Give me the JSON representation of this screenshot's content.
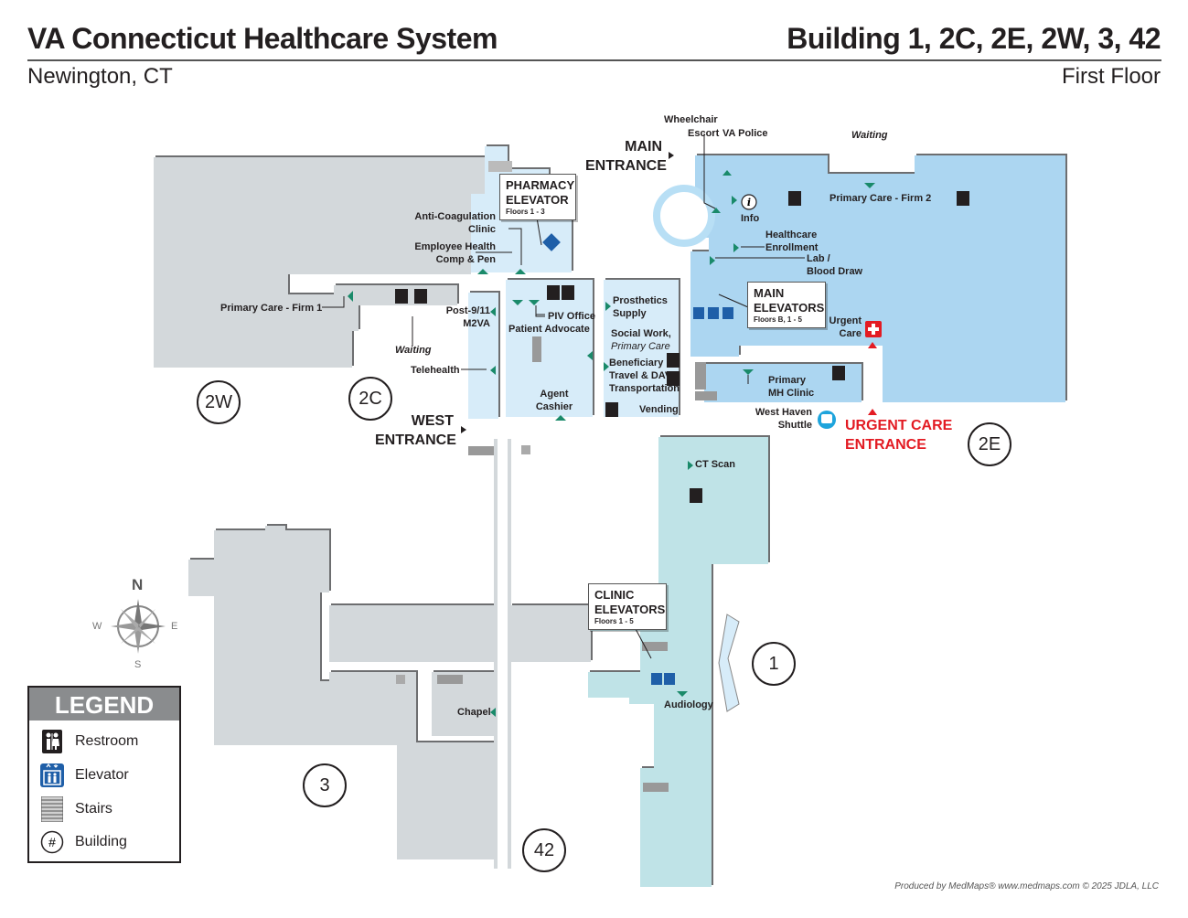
{
  "header": {
    "title": "VA Connecticut Healthcare System",
    "subtitle": "Newington, CT",
    "buildings": "Building 1, 2C, 2E, 2W, 3, 42",
    "floor": "First Floor"
  },
  "colors": {
    "grey_building": "#d3d8db",
    "light_blue": "#d7ecf9",
    "mid_blue": "#acd6f1",
    "teal": "#bfe3e7",
    "accent_green": "#1a8a6a",
    "urgent_red": "#e31b23",
    "elevator_blue": "#1f5fa8",
    "shuttle_blue": "#1ea4dc"
  },
  "labels": {
    "wheelchair": "Wheelchair",
    "escort": "Escort",
    "va_police": "VA Police",
    "waiting_top": "Waiting",
    "main_entrance_1": "MAIN",
    "main_entrance_2": "ENTRANCE",
    "info": "Info",
    "primary_care_firm2": "Primary Care - Firm 2",
    "healthcare_enrollment_1": "Healthcare",
    "healthcare_enrollment_2": "Enrollment",
    "lab_1": "Lab /",
    "lab_2": "Blood Draw",
    "urgent_care_1": "Urgent",
    "urgent_care_2": "Care",
    "primary_mh_1": "Primary",
    "primary_mh_2": "MH Clinic",
    "west_haven_1": "West Haven",
    "west_haven_2": "Shuttle",
    "urgent_entrance_1": "URGENT CARE",
    "urgent_entrance_2": "ENTRANCE",
    "anticoag_1": "Anti-Coagulation",
    "anticoag_2": "Clinic",
    "employee_health_1": "Employee Health",
    "employee_health_2": "Comp & Pen",
    "primary_care_firm1": "Primary Care - Firm 1",
    "waiting_mid": "Waiting",
    "post911_1": "Post-9/11",
    "post911_2": "M2VA",
    "piv_office": "PIV Office",
    "patient_advocate": "Patient Advocate",
    "prosthetics_1": "Prosthetics",
    "prosthetics_2": "Supply",
    "social_work_1": "Social Work,",
    "social_work_2": "Primary Care",
    "beneficiary_1": "Beneficiary",
    "beneficiary_2": "Travel & DAV",
    "beneficiary_3": "Transportation",
    "telehealth": "Telehealth",
    "agent_1": "Agent",
    "agent_2": "Cashier",
    "vending": "Vending",
    "west_entrance_1": "WEST",
    "west_entrance_2": "ENTRANCE",
    "ct_scan": "CT Scan",
    "audiology": "Audiology",
    "chapel": "Chapel"
  },
  "callouts": {
    "pharmacy": {
      "title_1": "PHARMACY",
      "title_2": "ELEVATOR",
      "floors": "Floors 1 - 3"
    },
    "main": {
      "title_1": "MAIN",
      "title_2": "ELEVATORS",
      "floors": "Floors B, 1 - 5"
    },
    "clinic": {
      "title_1": "CLINIC",
      "title_2": "ELEVATORS",
      "floors": "Floors 1 - 5"
    }
  },
  "buildings": {
    "b2w": "2W",
    "b2c": "2C",
    "b2e": "2E",
    "b1": "1",
    "b3": "3",
    "b42": "42"
  },
  "compass": {
    "n": "N",
    "s": "S",
    "e": "E",
    "w": "W"
  },
  "legend": {
    "title": "LEGEND",
    "items": [
      {
        "label": "Restroom",
        "icon": "restroom-icon"
      },
      {
        "label": "Elevator",
        "icon": "elevator-icon"
      },
      {
        "label": "Stairs",
        "icon": "stairs-icon"
      },
      {
        "label": "Building",
        "icon": "building-number-icon",
        "symbol": "#"
      }
    ]
  },
  "footer": "Produced by MedMaps® www.medmaps.com © 2025 JDLA, LLC"
}
